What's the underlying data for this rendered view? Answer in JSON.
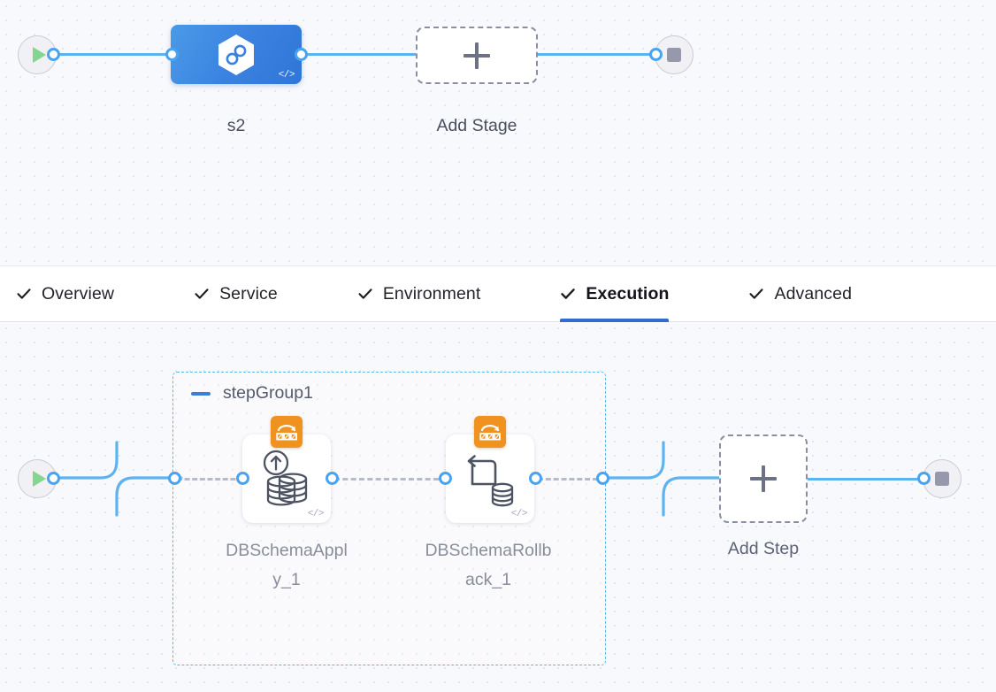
{
  "stage_canvas": {
    "name": "pipeline-stage-canvas",
    "start_node": {
      "icon": "play-icon",
      "label": ""
    },
    "end_node": {
      "icon": "stop-icon",
      "label": ""
    },
    "stage": {
      "label": "s2",
      "icon": "hexagon-infinity-icon",
      "code_badge": "</>"
    },
    "add_stage": {
      "label": "Add Stage",
      "icon": "plus-icon"
    }
  },
  "tabs": {
    "name": "stage-config-tabs",
    "items": [
      {
        "label": "Overview",
        "icon": "check-icon",
        "active": false
      },
      {
        "label": "Service",
        "icon": "check-icon",
        "active": false
      },
      {
        "label": "Environment",
        "icon": "check-icon",
        "active": false
      },
      {
        "label": "Execution",
        "icon": "check-icon",
        "active": true
      },
      {
        "label": "Advanced",
        "icon": "check-icon",
        "active": false
      }
    ]
  },
  "steps_canvas": {
    "name": "execution-steps-canvas",
    "start_node": {
      "icon": "play-icon"
    },
    "end_node": {
      "icon": "stop-icon"
    },
    "step_group": {
      "title": "stepGroup1",
      "collapse_icon": "minus-icon"
    },
    "steps": [
      {
        "label": "DBSchemaApply_1",
        "label_lines": "DBSchemaAppl\ny_1",
        "badge_icon": "deployment-orange-icon",
        "main_icon": "database-apply-icon",
        "code_badge": "</>"
      },
      {
        "label": "DBSchemaRollback_1",
        "label_lines": "DBSchemaRollb\nack_1",
        "badge_icon": "deployment-orange-icon",
        "main_icon": "database-rollback-icon",
        "code_badge": "</>"
      }
    ],
    "add_step": {
      "label": "Add Step",
      "icon": "plus-icon"
    }
  },
  "colors": {
    "accent_blue": "#2f6cd0",
    "link_blue": "#5cb3f0",
    "stage_blue": "#3b82e0",
    "badge_orange": "#f0921f",
    "group_border": "#57b7e8",
    "play_green": "#82d68d"
  }
}
